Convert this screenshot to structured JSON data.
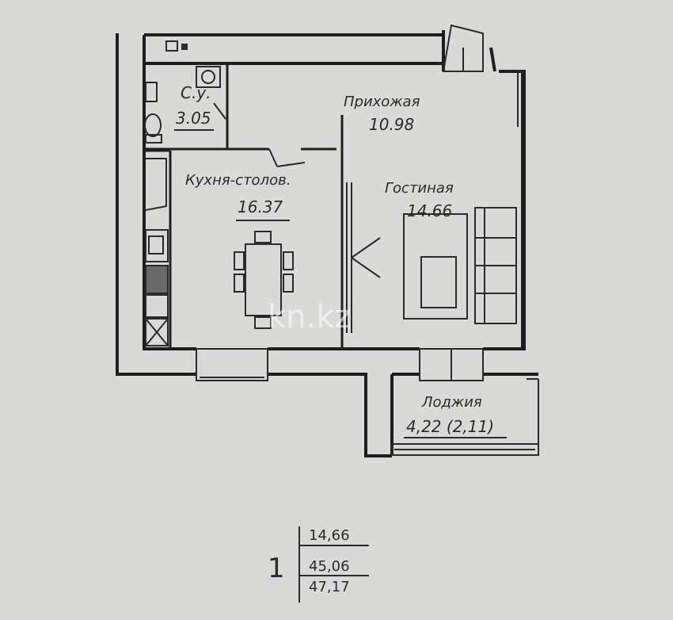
{
  "rooms": {
    "bathroom": {
      "name": "С.у.",
      "area": "3.05"
    },
    "hallway": {
      "name": "Прихожая",
      "area": "10.98"
    },
    "kitchen": {
      "name": "Кухня-столов.",
      "area": "16.37"
    },
    "living": {
      "name": "Гостиная",
      "area": "14.66"
    },
    "loggia": {
      "name": "Лоджия",
      "area": "4,22 (2,11)"
    }
  },
  "summary": {
    "rooms_count": "1",
    "living_area": "14,66",
    "total_area": "45,06",
    "total_with_loggia": "47,17"
  },
  "watermark": "kn.kz",
  "colors": {
    "background": "#d9dad7",
    "wall": "#1f1f1f",
    "line": "#2a2a2a"
  }
}
